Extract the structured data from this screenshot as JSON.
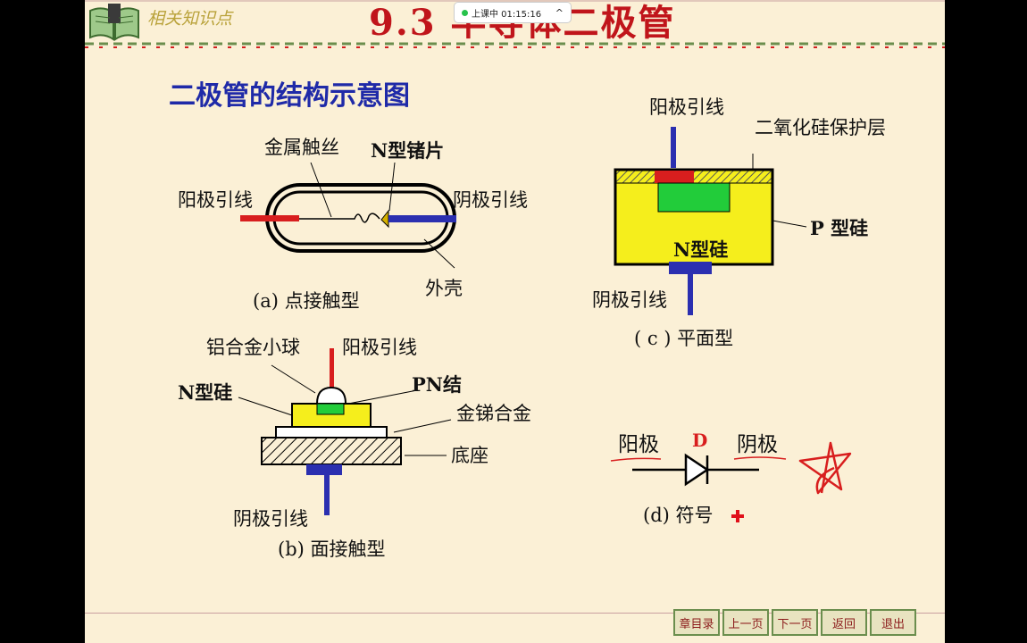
{
  "header": {
    "section_label": "相关知识点",
    "title": "9.3 半导体二极管"
  },
  "recording": {
    "text": "上课中 01:15:16",
    "chevron": "^"
  },
  "heading": "二极管的结构示意图",
  "diagram_a": {
    "wire_label": "金属触丝",
    "chip_label": "N型锗片",
    "anode_label": "阳极引线",
    "cathode_label": "阴极引线",
    "shell_label": "外壳",
    "caption": "(a) 点接触型"
  },
  "diagram_b": {
    "ball_label": "铝合金小球",
    "anode_label": "阳极引线",
    "pn_label": "PN结",
    "n_label": "N型硅",
    "alloy_label": "金锑合金",
    "base_label": "底座",
    "cathode_label": "阴极引线",
    "caption": "(b) 面接触型"
  },
  "diagram_c": {
    "anode_label": "阳极引线",
    "oxide_label": "二氧化硅保护层",
    "p_label": "P 型硅",
    "n_label": "N型硅",
    "cathode_label": "阴极引线",
    "caption": "( c ) 平面型"
  },
  "diagram_d": {
    "anode_label": "阳极",
    "name_label": "D",
    "cathode_label": "阴极",
    "caption": "(d) 符号"
  },
  "nav": [
    "章目录",
    "上一页",
    "下一页",
    "返回",
    "退出"
  ],
  "icons": {
    "book": "book-icon",
    "annotation": "star-scribble-icon"
  },
  "colors": {
    "slide_bg": "#fbf0d6",
    "title": "#c0151b",
    "heading": "#1f2aa8",
    "anode": "#d81e1e",
    "cathode": "#2b2fb0",
    "n_region": "#f5ee1c",
    "p_region": "#22cc3a"
  }
}
